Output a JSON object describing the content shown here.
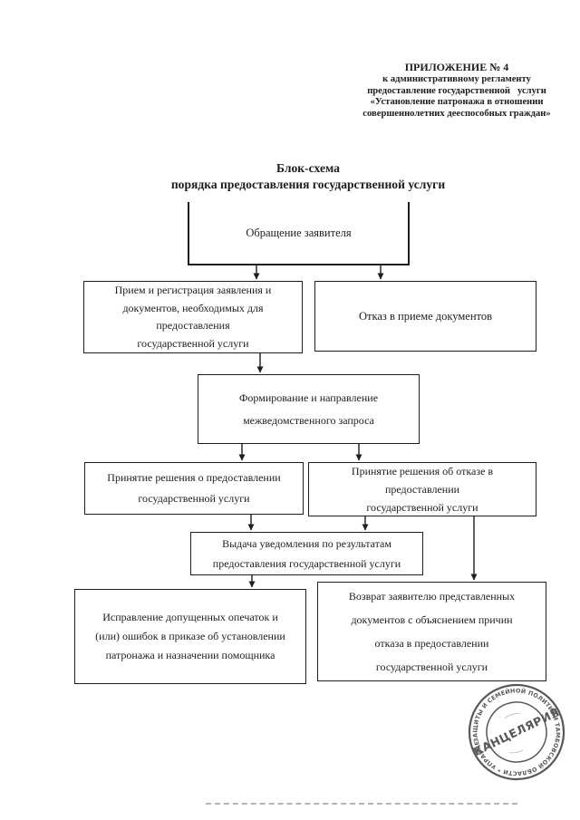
{
  "document": {
    "paper_color": "#ffffff",
    "ink_color": "#1d1d1d",
    "header": {
      "line1": "ПРИЛОЖЕНИЕ № 4",
      "line2": "к административному регламенту",
      "line3": "предоставление государственной   услуги",
      "line4": "«Установление патронажа в отношении",
      "line5": "совершеннолетних дееспособных граждан»"
    },
    "title": "Блок-схема\nпорядка предоставления государственной услуги"
  },
  "flowchart": {
    "nodes": {
      "appeal": "Обращение заявителя",
      "reception": "Прием и регистрация заявления и\nдокументов, необходимых для\nпредоставления\nгосударственной услуги",
      "refusal_docs": "Отказ в приеме документов",
      "interagency": "Формирование и направление\nмежведомственного запроса",
      "decision_grant": "Принятие решения о предоставлении\nгосударственной услуги",
      "decision_refuse": "Принятие решения об отказе в\nпредоставлении\nгосударственной услуги",
      "notification": "Выдача уведомления по результатам\nпредоставления государственной услуги",
      "correction": "Исправление допущенных опечаток и\n(или) ошибок в приказе об установлении\nпатронажа и назначении помощника",
      "return_docs": "Возврат заявителю представленных\nдокументов с объяснением причин\nотказа в предоставлении\nгосударственной услуги"
    }
  },
  "stamp": {
    "ring_text": "ЗАЩИТЫ И СЕМЕЙНОЙ ПОЛИТИКИ ТАМБОВСКОЙ ОБЛАСТИ * УПРАВЛЕНИЕ СОЦ.",
    "center_text": "КАНЦЕЛЯРИЯ",
    "ink_color": "#3a3a3a"
  }
}
